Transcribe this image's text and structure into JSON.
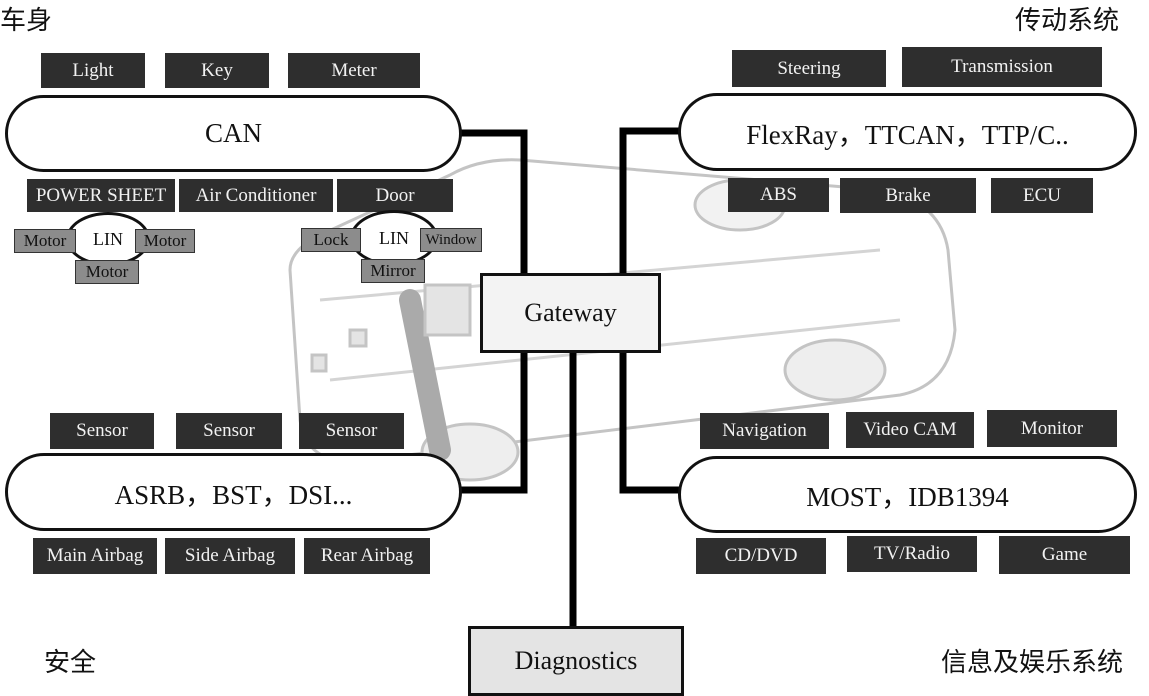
{
  "regions": {
    "body": "车身",
    "powertrain": "传动系统",
    "safety": "安全",
    "infotainment": "信息及娱乐系统"
  },
  "gateway": "Gateway",
  "diagnostics": "Diagnostics",
  "body_domain": {
    "bus": "CAN",
    "top_nodes": [
      "Light",
      "Key",
      "Meter"
    ],
    "bottom_nodes": [
      "POWER SHEET",
      "Air Conditioner",
      "Door"
    ],
    "lin_left": {
      "label": "LIN",
      "nodes": [
        "Motor",
        "Motor",
        "Motor"
      ]
    },
    "lin_right": {
      "label": "LIN",
      "nodes": [
        "Lock",
        "Window",
        "Mirror"
      ]
    }
  },
  "powertrain_domain": {
    "bus": "FlexRay，TTCAN，TTP/C..",
    "top_nodes": [
      "Steering",
      "Transmission"
    ],
    "bottom_nodes": [
      "ABS",
      "Brake",
      "ECU"
    ]
  },
  "safety_domain": {
    "bus": "ASRB，BST，DSI...",
    "top_nodes": [
      "Sensor",
      "Sensor",
      "Sensor"
    ],
    "bottom_nodes": [
      "Main Airbag",
      "Side Airbag",
      "Rear Airbag"
    ]
  },
  "infotainment_domain": {
    "bus": "MOST，IDB1394",
    "top_nodes": [
      "Navigation",
      "Video CAM",
      "Monitor"
    ],
    "bottom_nodes": [
      "CD/DVD",
      "TV/Radio",
      "Game"
    ]
  }
}
